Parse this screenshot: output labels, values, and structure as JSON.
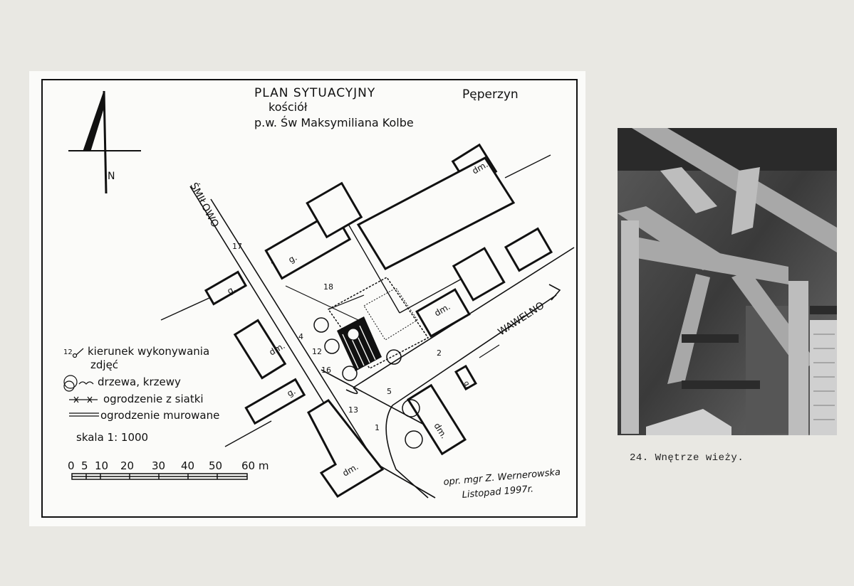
{
  "plan": {
    "title": "PLAN SYTUACYJNY",
    "subtitle_line1": "kościół",
    "subtitle_line2": "p.w. Św Maksymiliana Kolbe",
    "place": "Pęperzyn",
    "north_label": "N",
    "streets": [
      "ŚMIŁOWO",
      "WAWELNO"
    ],
    "building_labels": {
      "dm": "dm.",
      "g": "g."
    },
    "photo_points": [
      "17",
      "18",
      "4",
      "12",
      "16",
      "13",
      "5",
      "2",
      "1"
    ],
    "legend": [
      {
        "symbol": "camera-direction",
        "label": "kierunek wykonywania",
        "label2": "zdjęć",
        "sample": "12"
      },
      {
        "symbol": "tree",
        "label": "drzewa, krzewy"
      },
      {
        "symbol": "mesh-fence",
        "label": "ogrodzenie z siatki"
      },
      {
        "symbol": "brick-wall",
        "label": "ogrodzenie murowane"
      }
    ],
    "scale_text": "skala 1: 1000",
    "scale_ticks": [
      "0",
      "5",
      "10",
      "20",
      "30",
      "40",
      "50",
      "60 m"
    ],
    "author_line1": "opr. mgr Z. Wernerowska",
    "author_line2": "Listopad 1997r."
  },
  "photo": {
    "caption": "24. Wnętrze wieży."
  }
}
